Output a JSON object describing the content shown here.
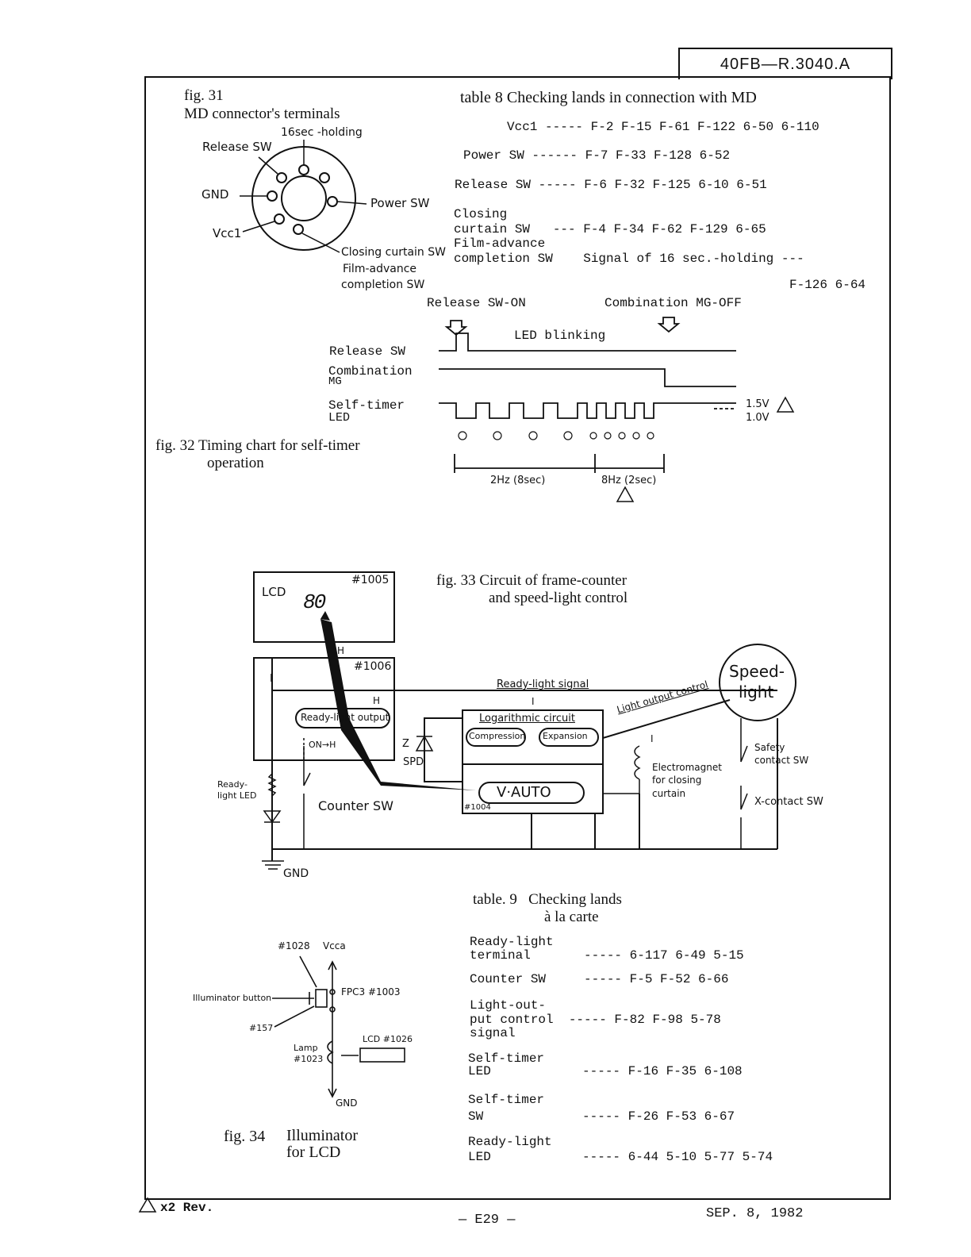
{
  "header": {
    "doc_id": "40FB—R.3040.A"
  },
  "fig31": {
    "number": "fig. 31",
    "title": "MD connector's terminals",
    "labels": {
      "sec16": "16sec -holding",
      "release": "Release SW",
      "gnd": "GND",
      "power": "Power SW",
      "vcc": "Vcc1",
      "closing": "Closing curtain SW",
      "film1": "Film-advance",
      "film2": "completion SW"
    }
  },
  "table8": {
    "title": "table 8  Checking lands in connection with MD",
    "rows": {
      "vcc": "Vcc1 ----- F-2 F-15 F-61 F-122 6-50 6-110",
      "power": "Power SW ------ F-7 F-33 F-128 6-52",
      "release": "Release SW ----- F-6 F-32 F-125 6-10 6-51",
      "closing1": "Closing",
      "closing2": "curtain SW   --- F-4 F-34 F-62 F-129 6-65",
      "film1": "Film-advance",
      "film2": "completion SW    Signal of 16 sec.-holding ---",
      "cont": "F-126 6-64"
    }
  },
  "fig32": {
    "number": "fig. 32",
    "title1": "Timing chart for self-timer",
    "title2": "operation",
    "release_on": "Release SW-ON",
    "comb_off": "Combination MG-OFF",
    "led_blinking": "LED blinking",
    "sig_release": "Release SW",
    "sig_comb1": "Combination",
    "sig_comb2": "MG",
    "sig_led1": "Self-timer",
    "sig_led2": "LED",
    "v15": "1.5V",
    "v10": "1.0V",
    "hz2": "2Hz (8sec)",
    "hz8": "8Hz (2sec)"
  },
  "fig33": {
    "number": "fig. 33",
    "title1": "Circuit of frame-counter",
    "title2": "and speed-light control",
    "lcd": "LCD",
    "lcd_id": "#1005",
    "lcd_digits": "80",
    "h1": "H",
    "blk1006": "#1006",
    "i1": "I",
    "h2": "H",
    "ready_output": "Ready-light output",
    "on_h": "ON→H",
    "ready_signal": "Ready-light signal",
    "i2": "I",
    "log_circuit": "Logarithmic circuit",
    "compression": "Compression",
    "expansion": "Expansion",
    "zdash": "Z",
    "spd": "SPD",
    "vauto": "V·AUTO",
    "blk1004": "#1004",
    "light_out": "Light output control",
    "i3": "I",
    "electromagnet1": "Electromagnet",
    "electromagnet2": "for closing",
    "electromagnet3": "curtain",
    "speedlight1": "Speed-",
    "speedlight2": "light",
    "safety1": "Safety",
    "safety2": "contact SW",
    "xcontact": "X-contact SW",
    "readyled1": "Ready-",
    "readyled2": "light LED",
    "counter_sw": "Counter SW",
    "gnd": "GND"
  },
  "fig34": {
    "number": "fig. 34",
    "title1": "Illuminator",
    "title2": "for LCD",
    "id1028": "#1028",
    "vcca": "Vcca",
    "button": "Illuminator button",
    "fpc": "FPC3 #1003",
    "id157": "#157",
    "lamp1": "Lamp",
    "lamp2": "#1023",
    "lcd": "LCD #1026",
    "gnd": "GND"
  },
  "table9": {
    "title1": "table. 9   Checking lands",
    "title2": "à la carte",
    "rows": {
      "r1a": "Ready-light",
      "r1b": "terminal       ----- 6-117 6-49 5-15",
      "r2": "Counter SW     ----- F-5 F-52 6-66",
      "r3a": "Light-out-",
      "r3b": "put control  ----- F-82 F-98 5-78",
      "r3c": "signal",
      "r4a": "Self-timer",
      "r4b": "LED            ----- F-16 F-35 6-108",
      "r5a": "Self-timer",
      "r5b": "SW             ----- F-26 F-53 6-67",
      "r6a": "Ready-light",
      "r6b": "LED            ----- 6-44 5-10 5-77 5-74"
    }
  },
  "footer": {
    "rev": "x2 Rev.",
    "page": "— E29 —",
    "date": "SEP. 8, 1982"
  }
}
